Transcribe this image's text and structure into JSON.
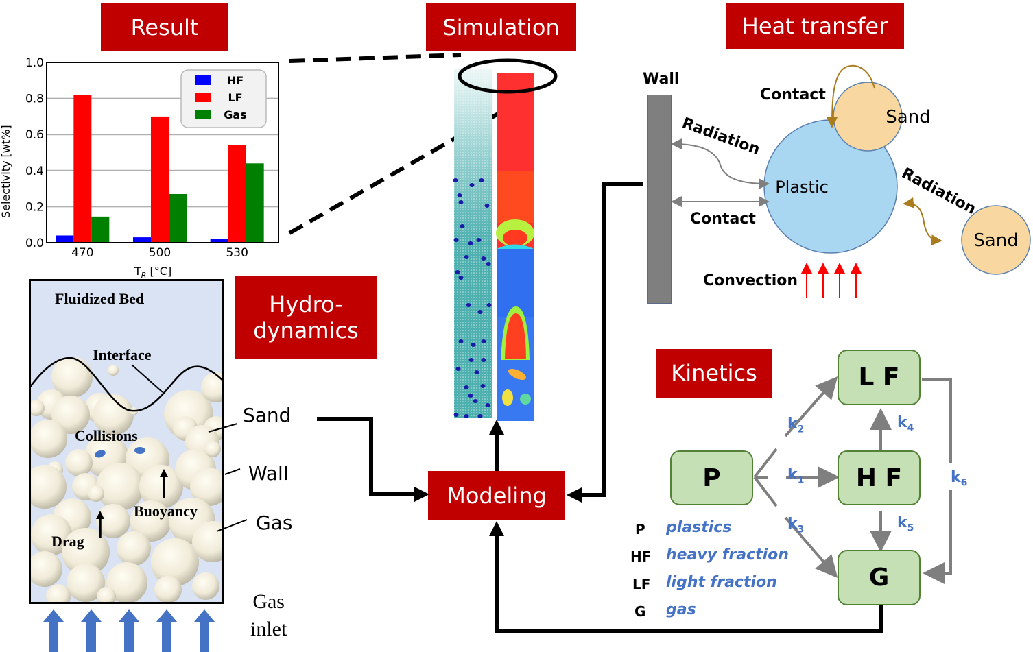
{
  "headers": {
    "result": "Result",
    "simulation": "Simulation",
    "heat_transfer": "Heat transfer",
    "hydrodynamics": "Hydro-\ndynamics",
    "kinetics": "Kinetics",
    "modeling": "Modeling"
  },
  "chart_data": {
    "type": "bar",
    "title": "",
    "xlabel": "T_R [°C]",
    "xlabel_main": "T",
    "xlabel_sub": "R",
    "xlabel_rest": " [°C]",
    "ylabel": "Selectivity [wt%]",
    "ylim": [
      0,
      1.0
    ],
    "yticks": [
      "0.0",
      "0.2",
      "0.4",
      "0.6",
      "0.8",
      "1.0"
    ],
    "grid": true,
    "legend_position": "top-right",
    "categories": [
      "470",
      "500",
      "530"
    ],
    "series": [
      {
        "name": "HF",
        "color": "#0000ff",
        "values": [
          0.04,
          0.03,
          0.02
        ]
      },
      {
        "name": "LF",
        "color": "#ff0000",
        "values": [
          0.82,
          0.7,
          0.54
        ]
      },
      {
        "name": "Gas",
        "color": "#008000",
        "values": [
          0.145,
          0.27,
          0.44
        ]
      }
    ]
  },
  "fluidized_bed": {
    "title": "Fluidized Bed",
    "interface": "Interface",
    "collisions": "Collisions",
    "buoyancy": "Buoyancy",
    "drag": "Drag",
    "sand": "Sand",
    "wall": "Wall",
    "gas": "Gas",
    "gas_inlet_1": "Gas",
    "gas_inlet_2": "inlet",
    "inlet_arrow_color": "#4472c4"
  },
  "heat_transfer": {
    "wall": "Wall",
    "contact_top": "Contact",
    "radiation_left": "Radiation",
    "contact_left": "Contact",
    "radiation_right": "Radiation",
    "convection": "Convection",
    "plastic": "Plastic",
    "sand_top": "Sand",
    "sand_right": "Sand",
    "colors": {
      "plastic": "#a9d6f0",
      "sand": "#f8d8a0",
      "wall": "#7f7f7f",
      "sand_arrow": "#a97c1e",
      "convection": "#ff0000"
    }
  },
  "kinetics": {
    "nodes": {
      "p": "P",
      "hf": "H F",
      "lf": "L F",
      "g": "G"
    },
    "rates": [
      {
        "k": "k",
        "sub": "1"
      },
      {
        "k": "k",
        "sub": "2"
      },
      {
        "k": "k",
        "sub": "3"
      },
      {
        "k": "k",
        "sub": "4"
      },
      {
        "k": "k",
        "sub": "5"
      },
      {
        "k": "k",
        "sub": "6"
      }
    ],
    "legend": [
      {
        "abbr": "P",
        "desc": "plastics"
      },
      {
        "abbr": "HF",
        "desc": "heavy fraction"
      },
      {
        "abbr": "LF",
        "desc": "light fraction"
      },
      {
        "abbr": "G",
        "desc": "gas"
      }
    ]
  }
}
